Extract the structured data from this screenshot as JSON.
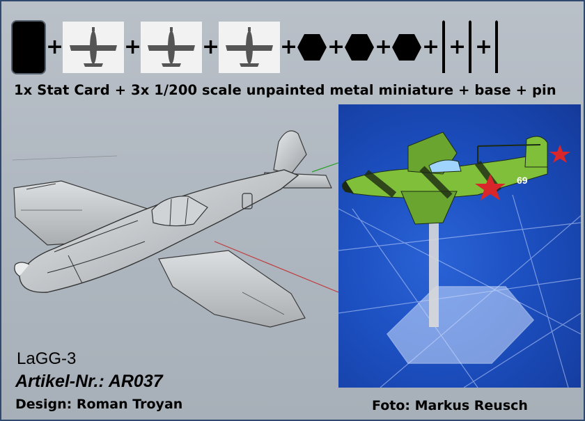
{
  "components": {
    "caption": "1x Stat Card + 3x 1/200 scale unpainted metal miniature + base + pin",
    "plus_symbol": "+"
  },
  "product": {
    "model": "LaGG-3",
    "article_number": "Artikel-Nr.: AR037",
    "design_credit": "Design: Roman Troyan",
    "photo_credit": "Foto: Markus Reusch"
  },
  "photo": {
    "aircraft_number": "69"
  },
  "colors": {
    "background": "#b0b8c1",
    "frame": "#2f4a6e",
    "photo_mat": "#1c4fc0",
    "camo_green": "#7fbf3a",
    "camo_dark": "#1c2a14",
    "star_red": "#d8262a",
    "render_grey": "#cfd2d4"
  }
}
